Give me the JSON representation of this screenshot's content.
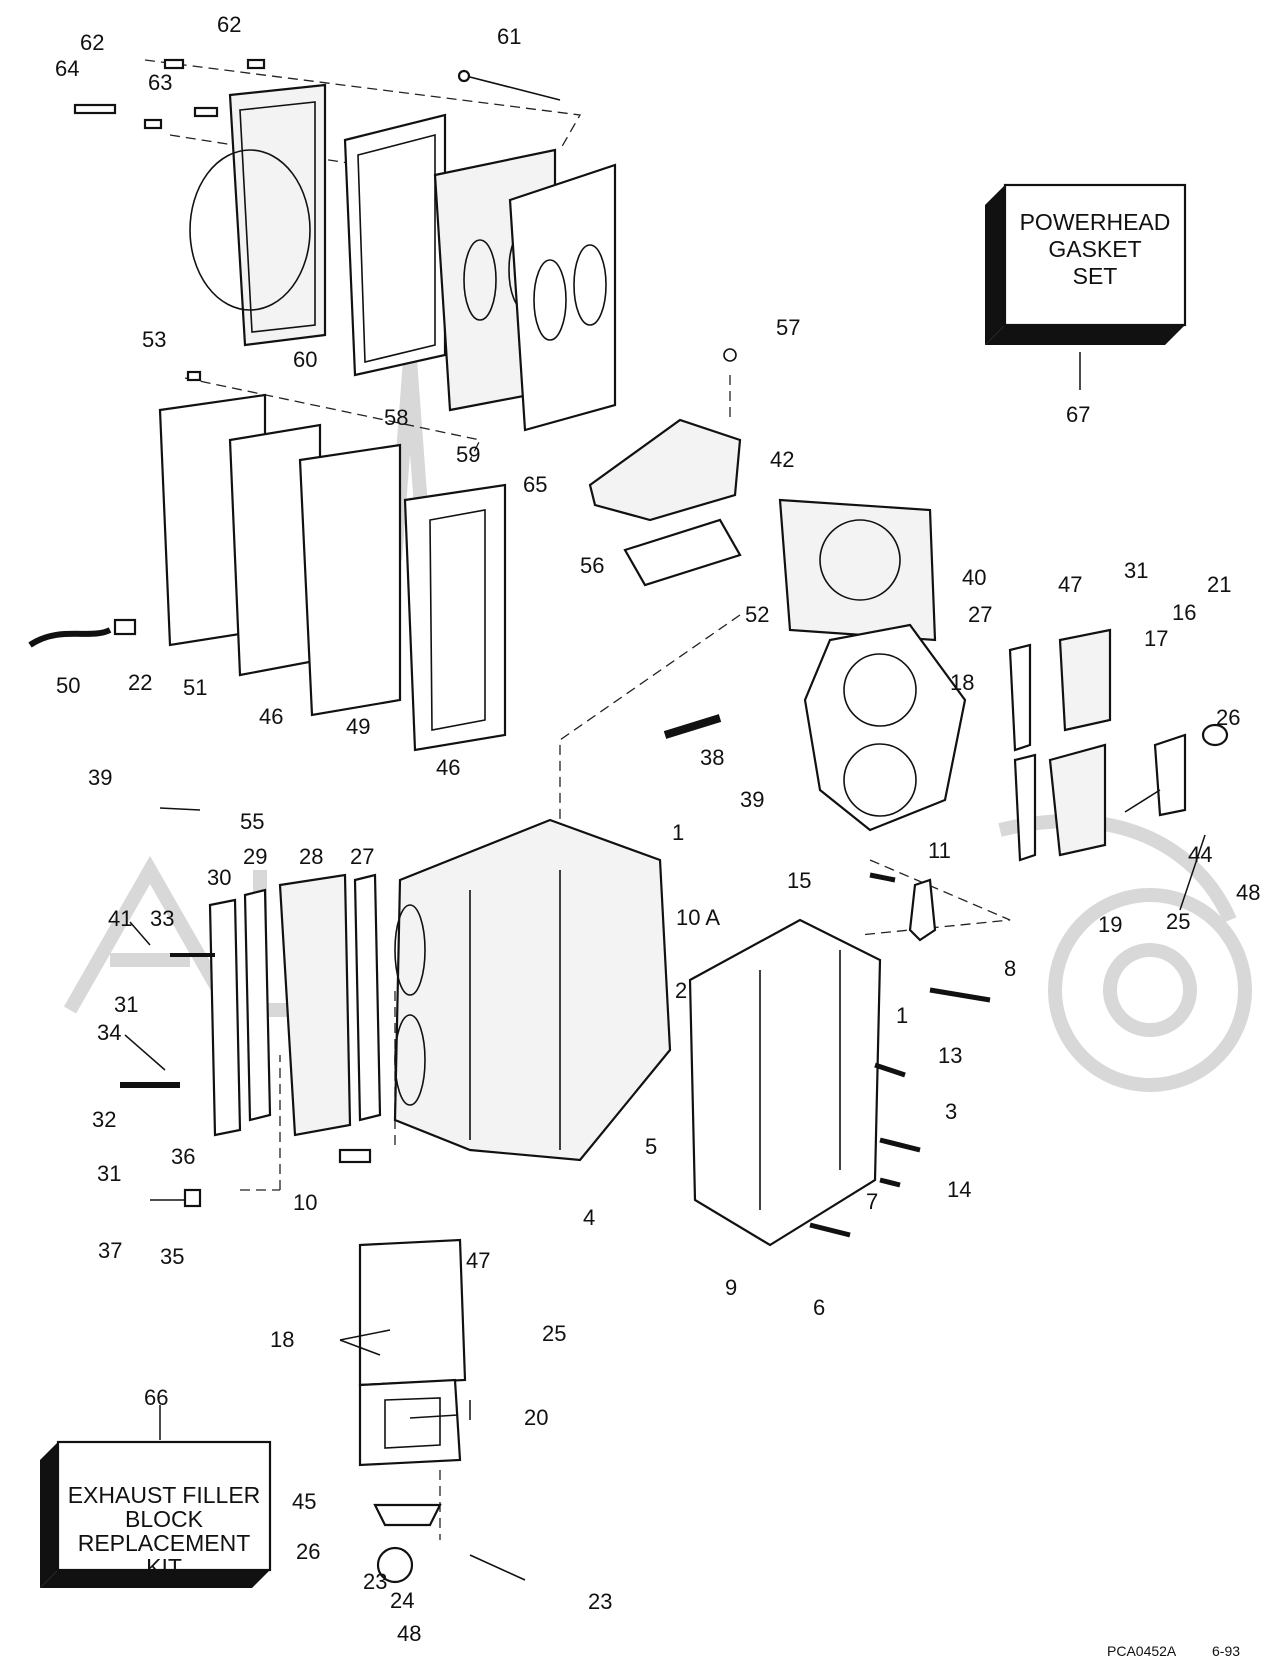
{
  "diagram": {
    "callouts": [
      {
        "id": "c61",
        "text": "61"
      },
      {
        "id": "c62a",
        "text": "62"
      },
      {
        "id": "c62b",
        "text": "62"
      },
      {
        "id": "c63",
        "text": "63"
      },
      {
        "id": "c64",
        "text": "64"
      },
      {
        "id": "c60",
        "text": "60"
      },
      {
        "id": "c58",
        "text": "58"
      },
      {
        "id": "c59",
        "text": "59"
      },
      {
        "id": "c65",
        "text": "65"
      },
      {
        "id": "c53",
        "text": "53"
      },
      {
        "id": "c57",
        "text": "57"
      },
      {
        "id": "c42",
        "text": "42"
      },
      {
        "id": "c56",
        "text": "56"
      },
      {
        "id": "c40",
        "text": "40"
      },
      {
        "id": "c27a",
        "text": "27"
      },
      {
        "id": "c52",
        "text": "52"
      },
      {
        "id": "c47a",
        "text": "47"
      },
      {
        "id": "c31a",
        "text": "31"
      },
      {
        "id": "c21",
        "text": "21"
      },
      {
        "id": "c16",
        "text": "16"
      },
      {
        "id": "c17",
        "text": "17"
      },
      {
        "id": "c18a",
        "text": "18"
      },
      {
        "id": "c26a",
        "text": "26"
      },
      {
        "id": "c44",
        "text": "44"
      },
      {
        "id": "c48a",
        "text": "48"
      },
      {
        "id": "c19",
        "text": "19"
      },
      {
        "id": "c25a",
        "text": "25"
      },
      {
        "id": "c67",
        "text": "67"
      },
      {
        "id": "c50",
        "text": "50"
      },
      {
        "id": "c22",
        "text": "22"
      },
      {
        "id": "c51",
        "text": "51"
      },
      {
        "id": "c46a",
        "text": "46"
      },
      {
        "id": "c49",
        "text": "49"
      },
      {
        "id": "c46b",
        "text": "46"
      },
      {
        "id": "c38",
        "text": "38"
      },
      {
        "id": "c39a",
        "text": "39"
      },
      {
        "id": "c39b",
        "text": "39"
      },
      {
        "id": "c55",
        "text": "55"
      },
      {
        "id": "c30",
        "text": "30"
      },
      {
        "id": "c29",
        "text": "29"
      },
      {
        "id": "c28",
        "text": "28"
      },
      {
        "id": "c27b",
        "text": "27"
      },
      {
        "id": "c1a",
        "text": "1"
      },
      {
        "id": "c11",
        "text": "11"
      },
      {
        "id": "c15",
        "text": "15"
      },
      {
        "id": "c10a",
        "text": "10 A"
      },
      {
        "id": "c8",
        "text": "8"
      },
      {
        "id": "c1b",
        "text": "1"
      },
      {
        "id": "c2",
        "text": "2"
      },
      {
        "id": "c13",
        "text": "13"
      },
      {
        "id": "c41",
        "text": "41"
      },
      {
        "id": "c33",
        "text": "33"
      },
      {
        "id": "c31b",
        "text": "31"
      },
      {
        "id": "c34",
        "text": "34"
      },
      {
        "id": "c32",
        "text": "32"
      },
      {
        "id": "c31c",
        "text": "31"
      },
      {
        "id": "c36",
        "text": "36"
      },
      {
        "id": "c37",
        "text": "37"
      },
      {
        "id": "c35",
        "text": "35"
      },
      {
        "id": "c10",
        "text": "10"
      },
      {
        "id": "c5",
        "text": "5"
      },
      {
        "id": "c4",
        "text": "4"
      },
      {
        "id": "c3",
        "text": "3"
      },
      {
        "id": "c14",
        "text": "14"
      },
      {
        "id": "c7",
        "text": "7"
      },
      {
        "id": "c9",
        "text": "9"
      },
      {
        "id": "c6",
        "text": "6"
      },
      {
        "id": "c47b",
        "text": "47"
      },
      {
        "id": "c18b",
        "text": "18"
      },
      {
        "id": "c25b",
        "text": "25"
      },
      {
        "id": "c20",
        "text": "20"
      },
      {
        "id": "c66",
        "text": "66"
      },
      {
        "id": "c45",
        "text": "45"
      },
      {
        "id": "c26b",
        "text": "26"
      },
      {
        "id": "c23a",
        "text": "23"
      },
      {
        "id": "c24",
        "text": "24"
      },
      {
        "id": "c23b",
        "text": "23"
      },
      {
        "id": "c48b",
        "text": "48"
      }
    ],
    "gasket_set_box": {
      "line1": "POWERHEAD",
      "line2": "GASKET",
      "line3": "SET"
    },
    "filler_kit_box": {
      "line1": "EXHAUST FILLER",
      "line2": "BLOCK",
      "line3": "REPLACEMENT",
      "line4": "KIT"
    },
    "figure_code": "PCA0452A",
    "figure_date": "6-93",
    "colors": {
      "ink": "#111111",
      "paper": "#ffffff",
      "watermark": "#d8d8d8"
    }
  }
}
